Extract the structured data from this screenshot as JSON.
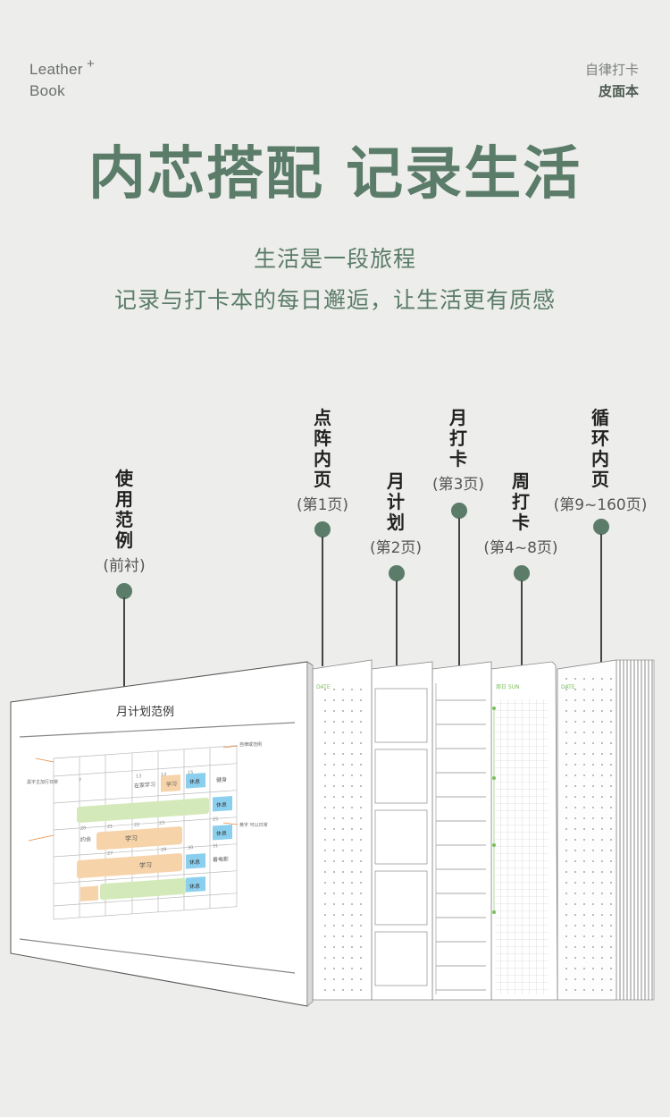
{
  "brand": {
    "line1": "Leather",
    "plus": "+",
    "line2": "Book"
  },
  "corner": {
    "line1": "自律打卡",
    "line2": "皮面本"
  },
  "headline": "内芯搭配 记录生活",
  "subtitle": {
    "line1": "生活是一段旅程",
    "line2": "记录与打卡本的每日邂逅，让生活更有质感"
  },
  "callouts": [
    {
      "chars": [
        "使",
        "用",
        "范",
        "例"
      ],
      "page": "(前衬)"
    },
    {
      "chars": [
        "点",
        "阵",
        "内",
        "页"
      ],
      "page": "(第1页)"
    },
    {
      "chars": [
        "月",
        "计",
        "划"
      ],
      "page": "(第2页)"
    },
    {
      "chars": [
        "月",
        "打",
        "卡"
      ],
      "page": "(第3页)"
    },
    {
      "chars": [
        "周",
        "打",
        "卡"
      ],
      "page": "(第4~8页)"
    },
    {
      "chars": [
        "循",
        "环",
        "内",
        "页"
      ],
      "page": "(第9~160页)"
    }
  ],
  "sample": {
    "title": "月计划范例",
    "notes": [
      "自律或范例",
      "黑字主加行日常",
      "黄字 可以日常"
    ],
    "cells": [
      "学习",
      "休息",
      "健身",
      "在家学习",
      "休息",
      "学习",
      "休息",
      "看电影",
      "学习",
      "休息",
      "休息",
      "约会"
    ],
    "dates": [
      "7",
      "13",
      "14",
      "15",
      "20",
      "21",
      "22",
      "23",
      "25",
      "27",
      "29",
      "30",
      "31"
    ]
  },
  "pageHeaders": {
    "date": "DATE",
    "week": "周日 SUN"
  },
  "colors": {
    "accent": "#5a7c68",
    "orange": "#f6d3a8",
    "green": "#d3e9b9",
    "blue": "#8bcfee"
  }
}
